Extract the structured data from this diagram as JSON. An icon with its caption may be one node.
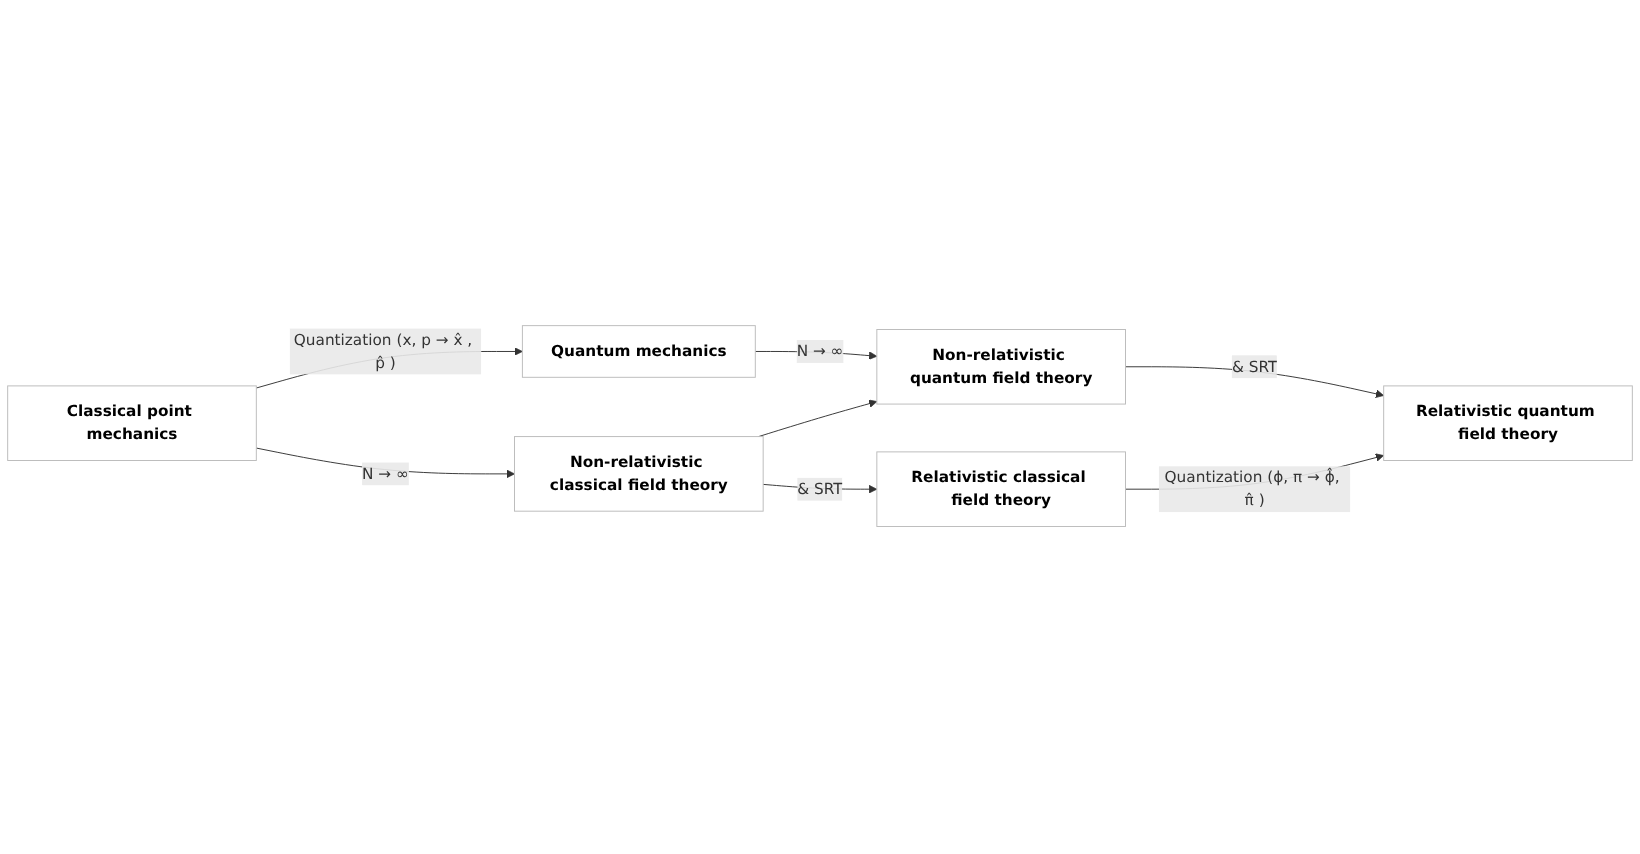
{
  "diagram": {
    "nodes": [
      {
        "text": [
          "Classical point mechanics"
        ]
      },
      {
        "text": [
          "Quantum mechanics"
        ]
      },
      {
        "text": [
          "Non-relativistic classical field theory"
        ]
      },
      {
        "text": [
          "Non-relativistic quantum field theory"
        ]
      },
      {
        "text": [
          "Relativistic classical field theory"
        ]
      },
      {
        "text": [
          "Relativistic quantum field theory"
        ]
      }
    ],
    "edges": [
      {
        "from": 0,
        "to": 1,
        "arrow": "to",
        "label": "Quantization (x, p → x̂ , p̂ )"
      },
      {
        "from": 0,
        "to": 2,
        "arrow": "to",
        "label": "N → ∞"
      },
      {
        "from": 1,
        "to": 3,
        "arrow": "to",
        "label": "N → ∞"
      },
      {
        "from": 2,
        "to": 3,
        "arrow": "to"
      },
      {
        "from": 2,
        "to": 4,
        "arrow": "to",
        "label": "& SRT"
      },
      {
        "from": 3,
        "to": 5,
        "arrow": "to",
        "label": "& SRT"
      },
      {
        "from": 4,
        "to": 5,
        "arrow": "to",
        "label": "Quantization (ϕ, π → ϕ̂, π̂ )"
      }
    ]
  }
}
